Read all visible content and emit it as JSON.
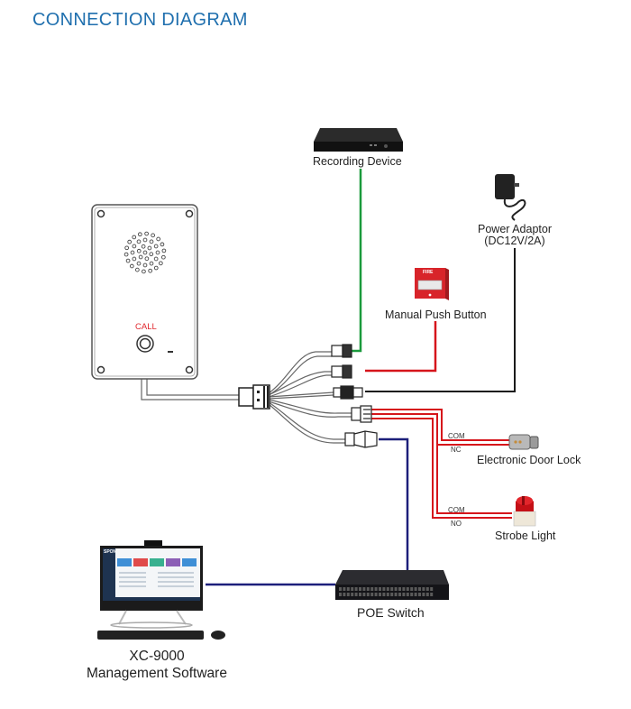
{
  "title": "CONNECTION DIAGRAM",
  "devices": {
    "recording": {
      "label": "Recording Device"
    },
    "power": {
      "label_line1": "Power Adaptor",
      "label_line2": "(DC12V/2A)"
    },
    "push_button": {
      "label": "Manual Push Button",
      "badge": "FIRE"
    },
    "intercom": {
      "call_label": "CALL"
    },
    "door_lock": {
      "label": "Electronic Door Lock",
      "com": "COM",
      "nc": "NC"
    },
    "strobe": {
      "label": "Strobe Light",
      "com": "COM",
      "no": "NO"
    },
    "poe_switch": {
      "label": "POE Switch"
    },
    "software": {
      "label_line1": "XC-9000",
      "label_line2": "Management Software",
      "brand": "SPON"
    }
  },
  "wire_colors": {
    "recording": "#1a9a3c",
    "push_button": "#d6151b",
    "power": "#1a1a1a",
    "relay": "#d6151b",
    "network": "#1c1f7a"
  },
  "title_color": "#1f6fae",
  "call_color": "#e0282e"
}
